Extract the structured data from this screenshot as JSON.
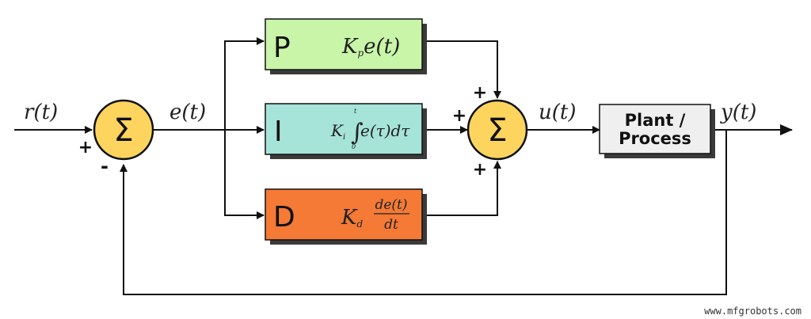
{
  "diagram": {
    "signals": {
      "reference": "r(t)",
      "error": "e(t)",
      "control": "u(t)",
      "output": "y(t)"
    },
    "sum_symbol": "Σ",
    "input_sum_signs": {
      "plus": "+",
      "minus": "-"
    },
    "output_sum_signs": {
      "top": "+",
      "left": "+",
      "bottom": "+"
    },
    "blocks": {
      "p": {
        "letter": "P",
        "gain": "K",
        "gain_sub": "p",
        "expr": "e(t)",
        "color": "#c8f5a8"
      },
      "i": {
        "letter": "I",
        "gain": "K",
        "gain_sub": "i",
        "integral": "∫",
        "upper_limit": "t",
        "lower_limit": "0",
        "expr": "e(τ)dτ",
        "color": "#a6e3d8"
      },
      "d": {
        "letter": "D",
        "gain": "K",
        "gain_sub": "d",
        "numerator": "de(t)",
        "denominator": "dt",
        "color": "#f47a36"
      },
      "plant": {
        "line1": "Plant /",
        "line2": "Process",
        "color": "#efefef"
      }
    },
    "sum_color": "#fcd45e",
    "watermark": "www.mfgrobots.com"
  }
}
